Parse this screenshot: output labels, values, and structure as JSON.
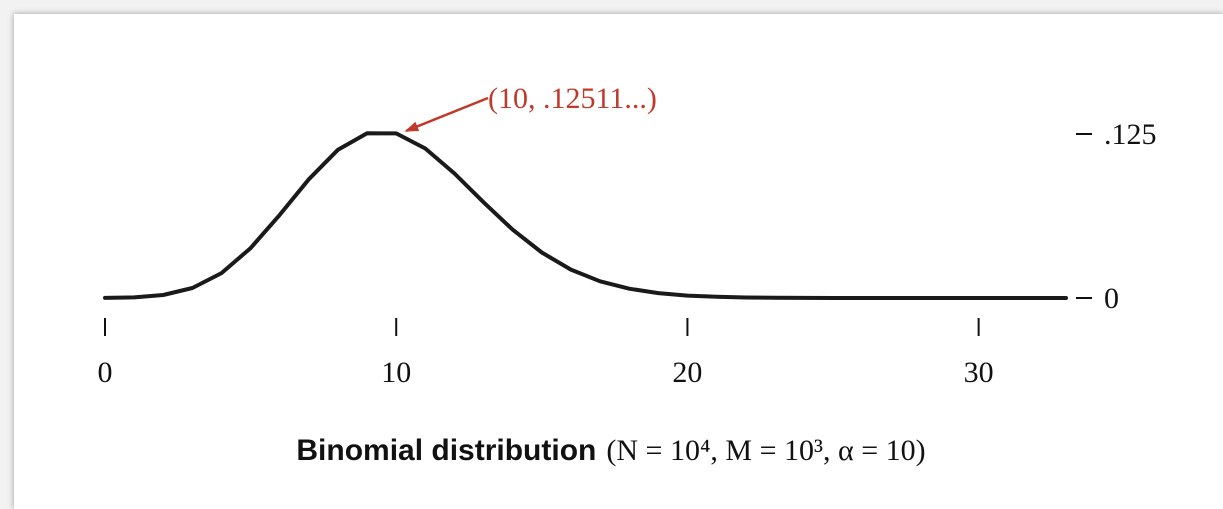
{
  "chart_data": {
    "type": "line",
    "x": [
      0,
      1,
      2,
      3,
      4,
      5,
      6,
      7,
      8,
      9,
      10,
      11,
      12,
      13,
      14,
      15,
      16,
      17,
      18,
      19,
      20,
      21,
      22,
      23,
      24,
      25,
      26,
      27,
      28,
      29,
      30,
      31,
      32,
      33
    ],
    "y": [
      5e-05,
      0.00046,
      0.00227,
      0.0076,
      0.01901,
      0.03801,
      0.06333,
      0.09044,
      0.11301,
      0.12551,
      0.12545,
      0.11398,
      0.09492,
      0.07296,
      0.05208,
      0.03469,
      0.02166,
      0.01272,
      0.00706,
      0.00371,
      0.00185,
      0.00088,
      0.0004,
      0.00017,
      7e-05,
      3e-05,
      1e-05,
      0,
      0,
      0,
      0,
      0,
      0,
      0
    ],
    "xlim": [
      0,
      33
    ],
    "ylim": [
      0,
      0.125
    ],
    "x_ticks": [
      0,
      10,
      20,
      30
    ],
    "x_tick_labels": [
      "0",
      "10",
      "20",
      "30"
    ],
    "y_ticks": [
      0,
      0.125
    ],
    "y_tick_labels": [
      "0",
      ".125"
    ],
    "annotation": {
      "text": "(10, .12511...)",
      "x": 10,
      "y": 0.12511,
      "color": "#c0392b"
    },
    "title": {
      "bold": "Binomial distribution",
      "params": "(N = 10⁴, M = 10³, α = 10)"
    },
    "line_color": "#1a1a1a",
    "grid": false
  }
}
